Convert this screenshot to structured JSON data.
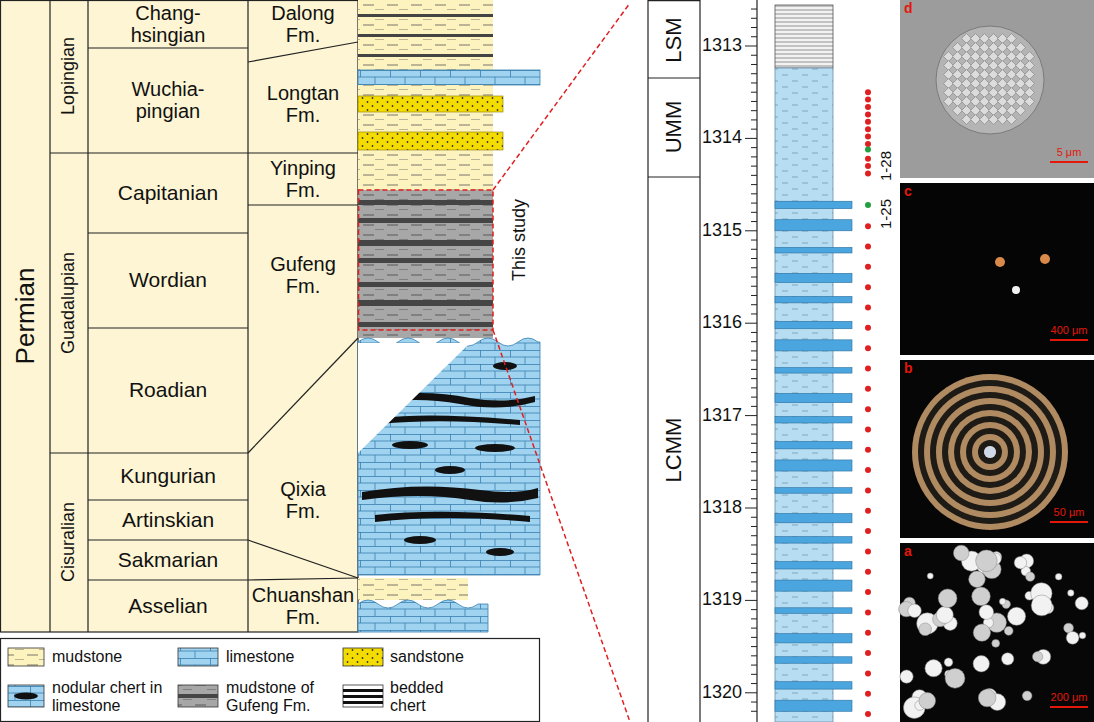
{
  "diagram": {
    "labels": [
      "Permian",
      "Cisuralian",
      "Guadalupian",
      "Lopingian",
      "Chang- hsingian",
      "Wuchia- pingian",
      "Capitanian",
      "Wordian",
      "Roadian",
      "Kungurian",
      "Artinskian",
      "Sakmarian",
      "Asselian",
      "Dalong Fm.",
      "Longtan Fm.",
      "Yinping Fm.",
      "Gufeng Fm.",
      "Qixia Fm.",
      "Chuanshan Fm.",
      "This study",
      "LSM",
      "UMM",
      "LCMM",
      "1313",
      "1314",
      "1315",
      "1316",
      "1317",
      "1318",
      "1319",
      "1320",
      "1-28",
      "1-25",
      "d",
      "5 μm",
      "c",
      "400 μm",
      "b",
      "50 μm",
      "a",
      "200 μm"
    ],
    "legend": [
      {
        "text": "mudstone"
      },
      {
        "text": "limestone"
      },
      {
        "text": "sandstone"
      },
      {
        "text": "nodular chert in limestone"
      },
      {
        "text": "mudstone of Gufeng Fm."
      },
      {
        "text": "bedded chert"
      }
    ]
  }
}
